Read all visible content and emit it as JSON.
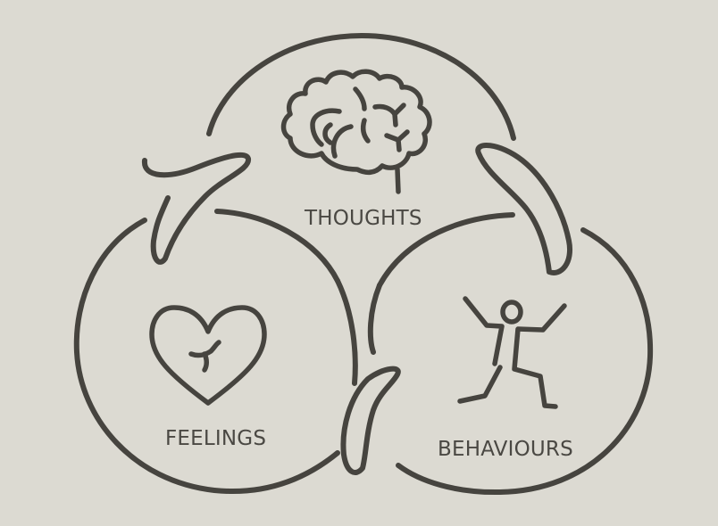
{
  "diagram": {
    "type": "cbt-triangle-cycle",
    "nodes": [
      {
        "id": "thoughts",
        "label": "THOUGHTS",
        "icon": "brain-icon"
      },
      {
        "id": "feelings",
        "label": "FEELINGS",
        "icon": "heart-icon"
      },
      {
        "id": "behaviours",
        "label": "BEHAVIOURS",
        "icon": "stick-figure-icon"
      }
    ],
    "links": [
      {
        "from": "feelings",
        "to": "thoughts"
      },
      {
        "from": "thoughts",
        "to": "behaviours"
      },
      {
        "from": "behaviours",
        "to": "feelings"
      }
    ],
    "colors": {
      "background": "#dcdad2",
      "stroke": "#46443f",
      "text": "#4a4843"
    }
  }
}
